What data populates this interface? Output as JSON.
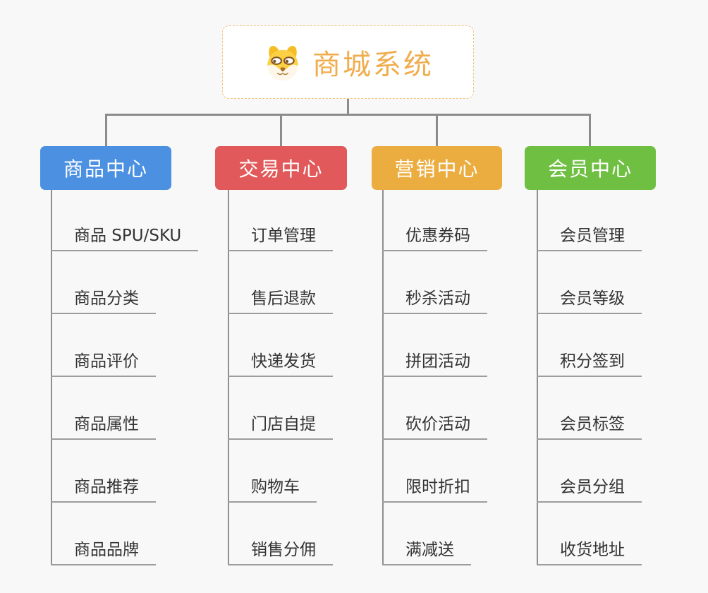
{
  "page": {
    "background": "#f8f8f8",
    "connector_color": "#8c8c8c"
  },
  "root": {
    "title": "商城系统",
    "title_color": "#f0ad4e",
    "border_color": "#f2c27e",
    "icon": "dog-face-icon"
  },
  "branches": [
    {
      "label": "商品中心",
      "color": "#4b90e1",
      "items": [
        "商品 SPU/SKU",
        "商品分类",
        "商品评价",
        "商品属性",
        "商品推荐",
        "商品品牌"
      ]
    },
    {
      "label": "交易中心",
      "color": "#e2595b",
      "items": [
        "订单管理",
        "售后退款",
        "快递发货",
        "门店自提",
        "购物车",
        "销售分佣"
      ]
    },
    {
      "label": "营销中心",
      "color": "#ecad40",
      "items": [
        "优惠券码",
        "秒杀活动",
        "拼团活动",
        "砍价活动",
        "限时折扣",
        "满减送"
      ]
    },
    {
      "label": "会员中心",
      "color": "#6fc042",
      "items": [
        "会员管理",
        "会员等级",
        "积分签到",
        "会员标签",
        "会员分组",
        "收货地址"
      ]
    }
  ]
}
